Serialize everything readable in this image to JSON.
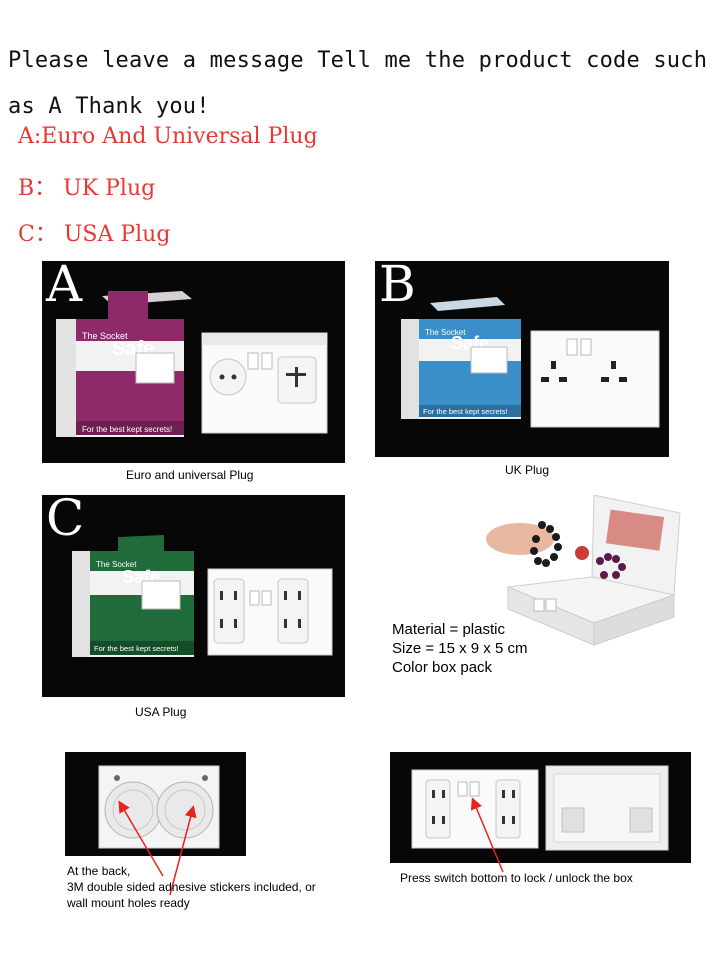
{
  "header": {
    "line1": "Please leave a message Tell me the product code such",
    "line2": "as A Thank you!"
  },
  "codes": [
    {
      "text": "A:Euro And Universal Plug"
    },
    {
      "text": "B： UK Plug"
    },
    {
      "text": "C： USA Plug"
    }
  ],
  "products": [
    {
      "letter": "A",
      "caption": "Euro and universal Plug",
      "box_brand_small": "The Socket",
      "box_brand_large": "Safe",
      "box_tagline": "For the best kept secrets!",
      "box_color": "#8e2a6a"
    },
    {
      "letter": "B",
      "caption": "UK Plug",
      "box_brand_small": "The Socket",
      "box_brand_large": "Safe",
      "box_tagline": "For the best kept secrets!",
      "box_color": "#3a8fc8"
    },
    {
      "letter": "C",
      "caption": "USA Plug",
      "box_brand_small": "The Socket",
      "box_brand_large": "Safe",
      "box_tagline": "For the best kept secrets!",
      "box_color": "#1f6b3a"
    }
  ],
  "specs": {
    "material": "Material = plastic",
    "size": "Size = 15 x 9 x 5 cm",
    "pack": "Color box pack"
  },
  "back_note": {
    "line1": "At the back,",
    "line2": "3M double sided adhesive stickers included, or",
    "line3": "wall mount holes ready"
  },
  "switch_note": "Press switch bottom to lock / unlock the box",
  "colors": {
    "code_red": "#e53935",
    "arrow_red": "#e8231f",
    "photo_bg": "#070707"
  }
}
